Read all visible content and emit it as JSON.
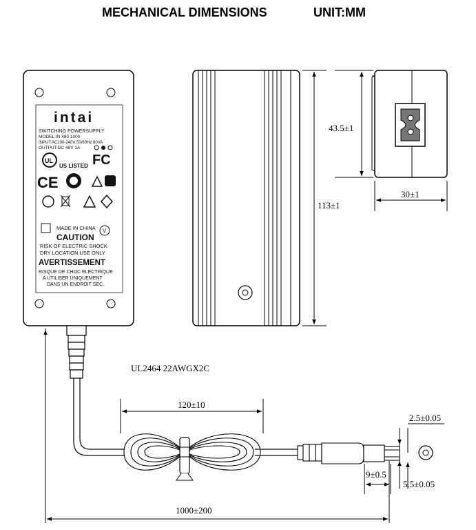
{
  "header": {
    "title": "MECHANICAL DIMENSIONS",
    "unit": "UNIT:MM"
  },
  "label": {
    "brand": "intai",
    "lines": [
      "SWITCHING POWERSUPPLY",
      "MODEL:IN 480 1000",
      "INPUT:AC100-240V 50/60Hz 80VA",
      "OUTPUT:DC 48V 1A"
    ],
    "made_in": "MADE IN CHINA",
    "caution": "CAUTION",
    "warning_lines": [
      "RISK OF ELECTRIC SHOCK",
      "DRY LOCATION USE ONLY"
    ],
    "avertissement": "AVERTISSEMENT",
    "french_lines": [
      "RISQUE DE CHOC ELECTRIQUE",
      "A UTILISER UNIQUEMENT",
      "DANS UN ENDROIT SEC."
    ],
    "ul_mark": "US LISTED",
    "fcc_mark": "FC",
    "ce_mark": "CE"
  },
  "dimensions": {
    "height_socket": "43.5±1",
    "length": "113±1",
    "width": "30±1",
    "cable_type": "UL2464 22AWGX2C",
    "coil_length": "120±10",
    "cable_length": "1000±200",
    "plug_length": "9±0.5",
    "plug_inner": "2.5±0.05",
    "plug_outer": "5.5±0.05"
  }
}
